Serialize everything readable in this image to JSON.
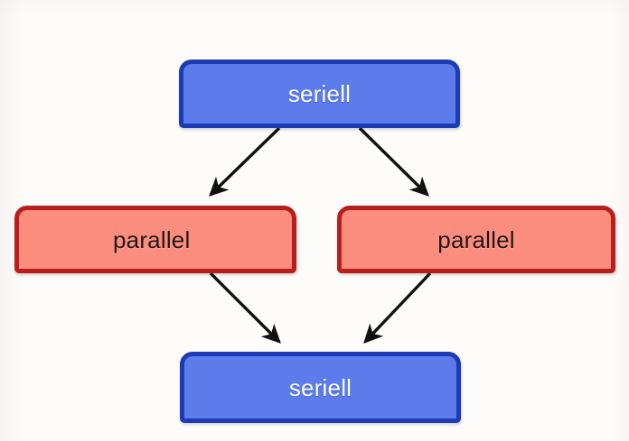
{
  "diagram": {
    "title": "seriell-parallel-seriell flow diagram",
    "background_color": "#fdfcfb",
    "nodes": [
      {
        "id": "serial-top",
        "label": "seriell",
        "kind": "serial",
        "fill": "#5b7cea",
        "border": "#1d3bb5",
        "text_color": "#ffffff"
      },
      {
        "id": "parallel-left",
        "label": "parallel",
        "kind": "parallel",
        "fill": "#fa8d7d",
        "border": "#b81f1c",
        "text_color": "#261211"
      },
      {
        "id": "parallel-right",
        "label": "parallel",
        "kind": "parallel",
        "fill": "#fa8d7d",
        "border": "#b81f1c",
        "text_color": "#261211"
      },
      {
        "id": "serial-bottom",
        "label": "seriell",
        "kind": "serial",
        "fill": "#5b7cea",
        "border": "#1d3bb5",
        "text_color": "#ffffff"
      }
    ],
    "edges": [
      {
        "id": "edge-top-to-left",
        "from": "serial-top",
        "to": "parallel-left",
        "color": "#101010"
      },
      {
        "id": "edge-top-to-right",
        "from": "serial-top",
        "to": "parallel-right",
        "color": "#101010"
      },
      {
        "id": "edge-left-to-bottom",
        "from": "parallel-left",
        "to": "serial-bottom",
        "color": "#101010"
      },
      {
        "id": "edge-right-to-bottom",
        "from": "parallel-right",
        "to": "serial-bottom",
        "color": "#101010"
      }
    ]
  }
}
